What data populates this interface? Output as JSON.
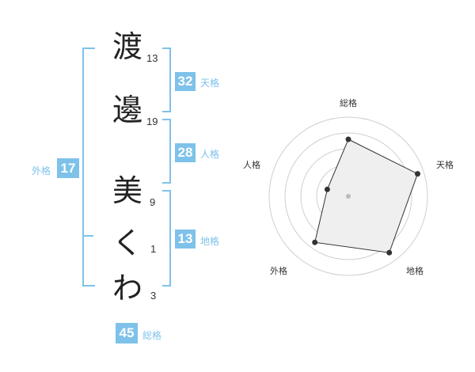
{
  "name": {
    "characters": [
      {
        "char": "渡",
        "strokes": "13"
      },
      {
        "char": "邊",
        "strokes": "19"
      },
      {
        "char": "美",
        "strokes": "9"
      },
      {
        "char": "く",
        "strokes": "1"
      },
      {
        "char": "わ",
        "strokes": "3"
      }
    ]
  },
  "fortunes": {
    "tenkaku": {
      "label": "天格",
      "value": "32"
    },
    "jinkaku": {
      "label": "人格",
      "value": "28"
    },
    "chikaku": {
      "label": "地格",
      "value": "13"
    },
    "gaikaku": {
      "label": "外格",
      "value": "17"
    },
    "soukaku": {
      "label": "総格",
      "value": "45"
    }
  },
  "colors": {
    "accent": "#7ec2ea",
    "grid": "#cfcfcf",
    "fill": "#efefef"
  },
  "chart_data": {
    "type": "radar",
    "categories": [
      "総格",
      "天格",
      "地格",
      "外格",
      "人格"
    ],
    "values": [
      3.6,
      4.6,
      4.4,
      3.6,
      1.4
    ],
    "max": 5,
    "rings": 4
  }
}
